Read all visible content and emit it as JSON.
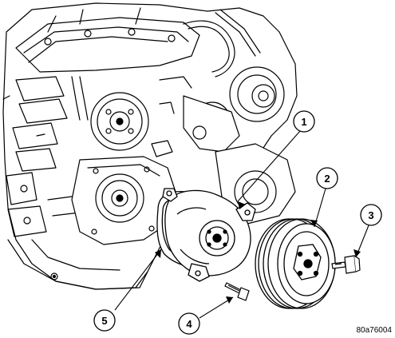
{
  "figure": {
    "id_text": "80a76004"
  },
  "callouts": [
    {
      "label": "1"
    },
    {
      "label": "2"
    },
    {
      "label": "3"
    },
    {
      "label": "4"
    },
    {
      "label": "5"
    }
  ],
  "colors": {
    "line": "#000000",
    "background": "#ffffff"
  }
}
